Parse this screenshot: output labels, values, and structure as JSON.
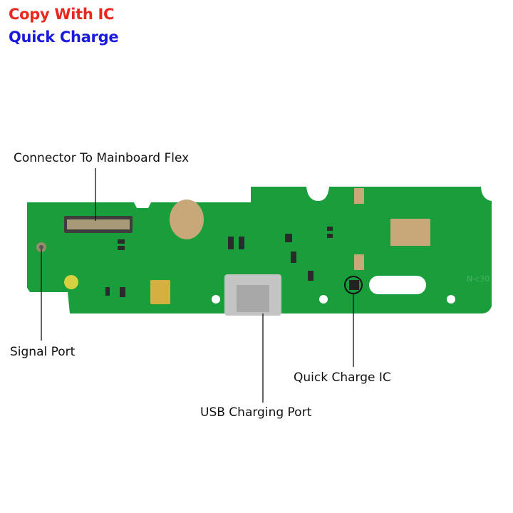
{
  "header": {
    "line1": "Copy With IC",
    "line2": "Quick Charge",
    "line1_color": "#e8281e",
    "line2_color": "#1a1adf"
  },
  "callouts": {
    "connector": "Connector To Mainboard Flex",
    "signal_port": "Signal Port",
    "usb_port": "USB Charging Port",
    "quick_charge_ic": "Quick Charge IC"
  },
  "board": {
    "silkscreen": "N-c30",
    "pcb_color": "#1a9e3c"
  }
}
